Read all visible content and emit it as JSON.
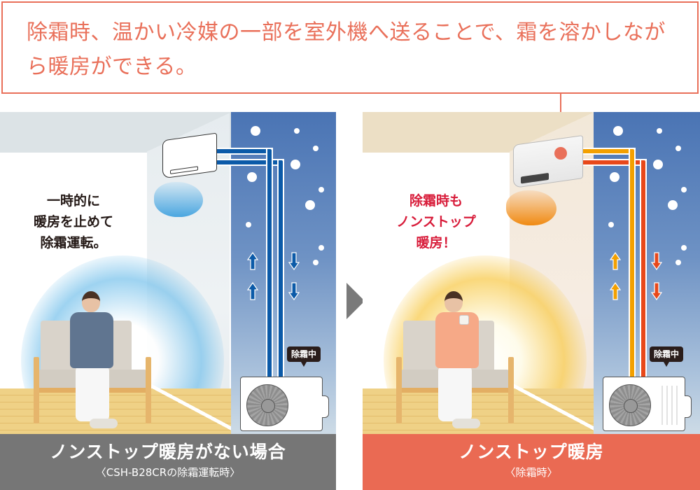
{
  "caption": {
    "text": "除霜時、温かい冷媒の一部を室外機へ送ることで、霜を溶かしながら暖房ができる。",
    "border_color": "#e9705a",
    "text_color": "#e9705a"
  },
  "transition_icon": "play-triangle-icon",
  "panels": [
    {
      "id": "without",
      "note_lines": [
        "一時的に",
        "暖房を止めて",
        "除霜運転。"
      ],
      "note_color": "#231815",
      "badge": "除霜中",
      "airflow_color": "#4aa6e0",
      "pipe_colors": [
        "#0b5aa8",
        "#0b5aa8"
      ],
      "arrow_up_color": "#0b5aa8",
      "arrow_down_color": "#0b5aa8",
      "glow": "cold-blue",
      "person_pose": "shivering",
      "label_title": "ノンストップ暖房がない場合",
      "label_sub": "〈CSH-B28CRの除霜運転時〉",
      "label_bg": "#767676"
    },
    {
      "id": "with",
      "note_lines": [
        "除霜時も",
        "ノンストップ",
        "暖房！"
      ],
      "note_color": "#d81c3a",
      "badge": "除霜中",
      "airflow_color": "#f08a12",
      "pipe_colors": [
        "#f3a000",
        "#e8481a"
      ],
      "arrow_up_color": "#f3a000",
      "arrow_down_color": "#e8481a",
      "glow": "warm-yellow",
      "person_pose": "drinking-warm-cup",
      "label_title": "ノンストップ暖房",
      "label_sub": "〈除霜時〉",
      "label_bg": "#ea6a53"
    }
  ]
}
